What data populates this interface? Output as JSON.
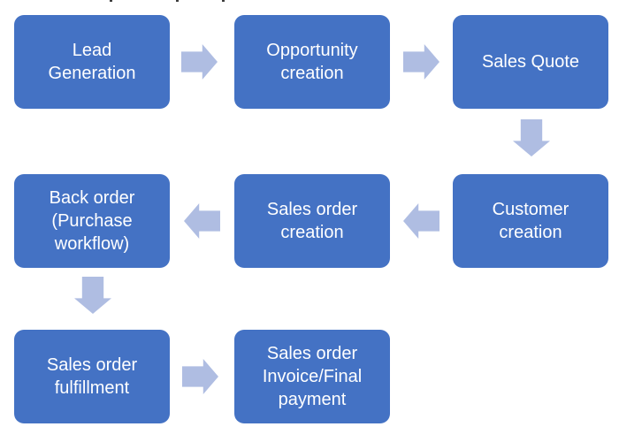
{
  "colors": {
    "node_fill": "#4472C4",
    "node_text": "#FFFFFF",
    "arrow_fill": "#AFBDE2",
    "background": "#FFFFFF"
  },
  "flowchart": {
    "nodes": [
      {
        "id": "lead-generation",
        "label": "Lead Generation"
      },
      {
        "id": "opportunity-creation",
        "label": "Opportunity creation"
      },
      {
        "id": "sales-quote",
        "label": "Sales Quote"
      },
      {
        "id": "customer-creation",
        "label": "Customer creation"
      },
      {
        "id": "sales-order-creation",
        "label": "Sales order creation"
      },
      {
        "id": "back-order",
        "label": "Back order (Purchase workflow)"
      },
      {
        "id": "sales-order-fulfillment",
        "label": "Sales order fulfillment"
      },
      {
        "id": "sales-order-invoice",
        "label": "Sales order Invoice/Final payment"
      }
    ],
    "arrows": [
      {
        "from": "lead-generation",
        "to": "opportunity-creation",
        "direction": "right"
      },
      {
        "from": "opportunity-creation",
        "to": "sales-quote",
        "direction": "right"
      },
      {
        "from": "sales-quote",
        "to": "customer-creation",
        "direction": "down"
      },
      {
        "from": "customer-creation",
        "to": "sales-order-creation",
        "direction": "left"
      },
      {
        "from": "sales-order-creation",
        "to": "back-order",
        "direction": "left"
      },
      {
        "from": "back-order",
        "to": "sales-order-fulfillment",
        "direction": "down"
      },
      {
        "from": "sales-order-fulfillment",
        "to": "sales-order-invoice",
        "direction": "right"
      }
    ]
  }
}
